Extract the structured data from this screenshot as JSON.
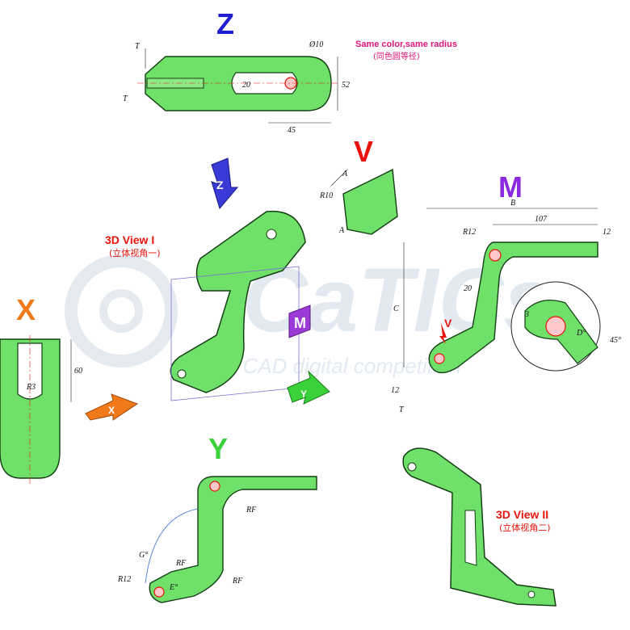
{
  "colors": {
    "part_green": "#6fe06a",
    "part_dark": "#2e8a2e",
    "blue_letter": "#1f1fd0",
    "red_letter": "#e8140c",
    "orange_letter": "#f07a1a",
    "green_letter": "#3ad23a",
    "purple_letter": "#8a2be2",
    "pink_note": "#e0147a"
  },
  "watermark": {
    "brand": "CaTICs",
    "tagline": "3D CAD digital competition"
  },
  "views": {
    "z": {
      "letter": "Z"
    },
    "v": {
      "letter": "V"
    },
    "m": {
      "letter": "M"
    },
    "x": {
      "letter": "X"
    },
    "y": {
      "letter": "Y"
    }
  },
  "notes": {
    "same_radius_en": "Same color,same radius",
    "same_radius_cn": "(同色圆等径)",
    "view1_title": "3D View I",
    "view1_sub": "(立体视角一)",
    "view2_title": "3D View II",
    "view2_sub": "(立体视角二)"
  },
  "dims_z": {
    "t_top": "T",
    "t_bottom": "T",
    "slot": "20",
    "dia": "Ø10",
    "height": "52",
    "length": "45"
  },
  "dims_v": {
    "a_top": "A",
    "a_bottom": "A",
    "r": "R10"
  },
  "dims_m": {
    "b": "B",
    "len107": "107",
    "h12": "12",
    "r12": "R12",
    "w20": "20",
    "c": "C",
    "h12b": "12",
    "t": "T",
    "d3": "3",
    "d": "D°",
    "ang45": "45°"
  },
  "dims_x": {
    "h60": "60",
    "r3": "R3"
  },
  "dims_y": {
    "rf1": "RF",
    "rf2": "RF",
    "rf3": "RF",
    "g": "G°",
    "r12": "R12",
    "e": "E°"
  },
  "arrows": {
    "x": "X",
    "y": "Y",
    "z": "Z",
    "m": "M",
    "v_small": "V"
  }
}
